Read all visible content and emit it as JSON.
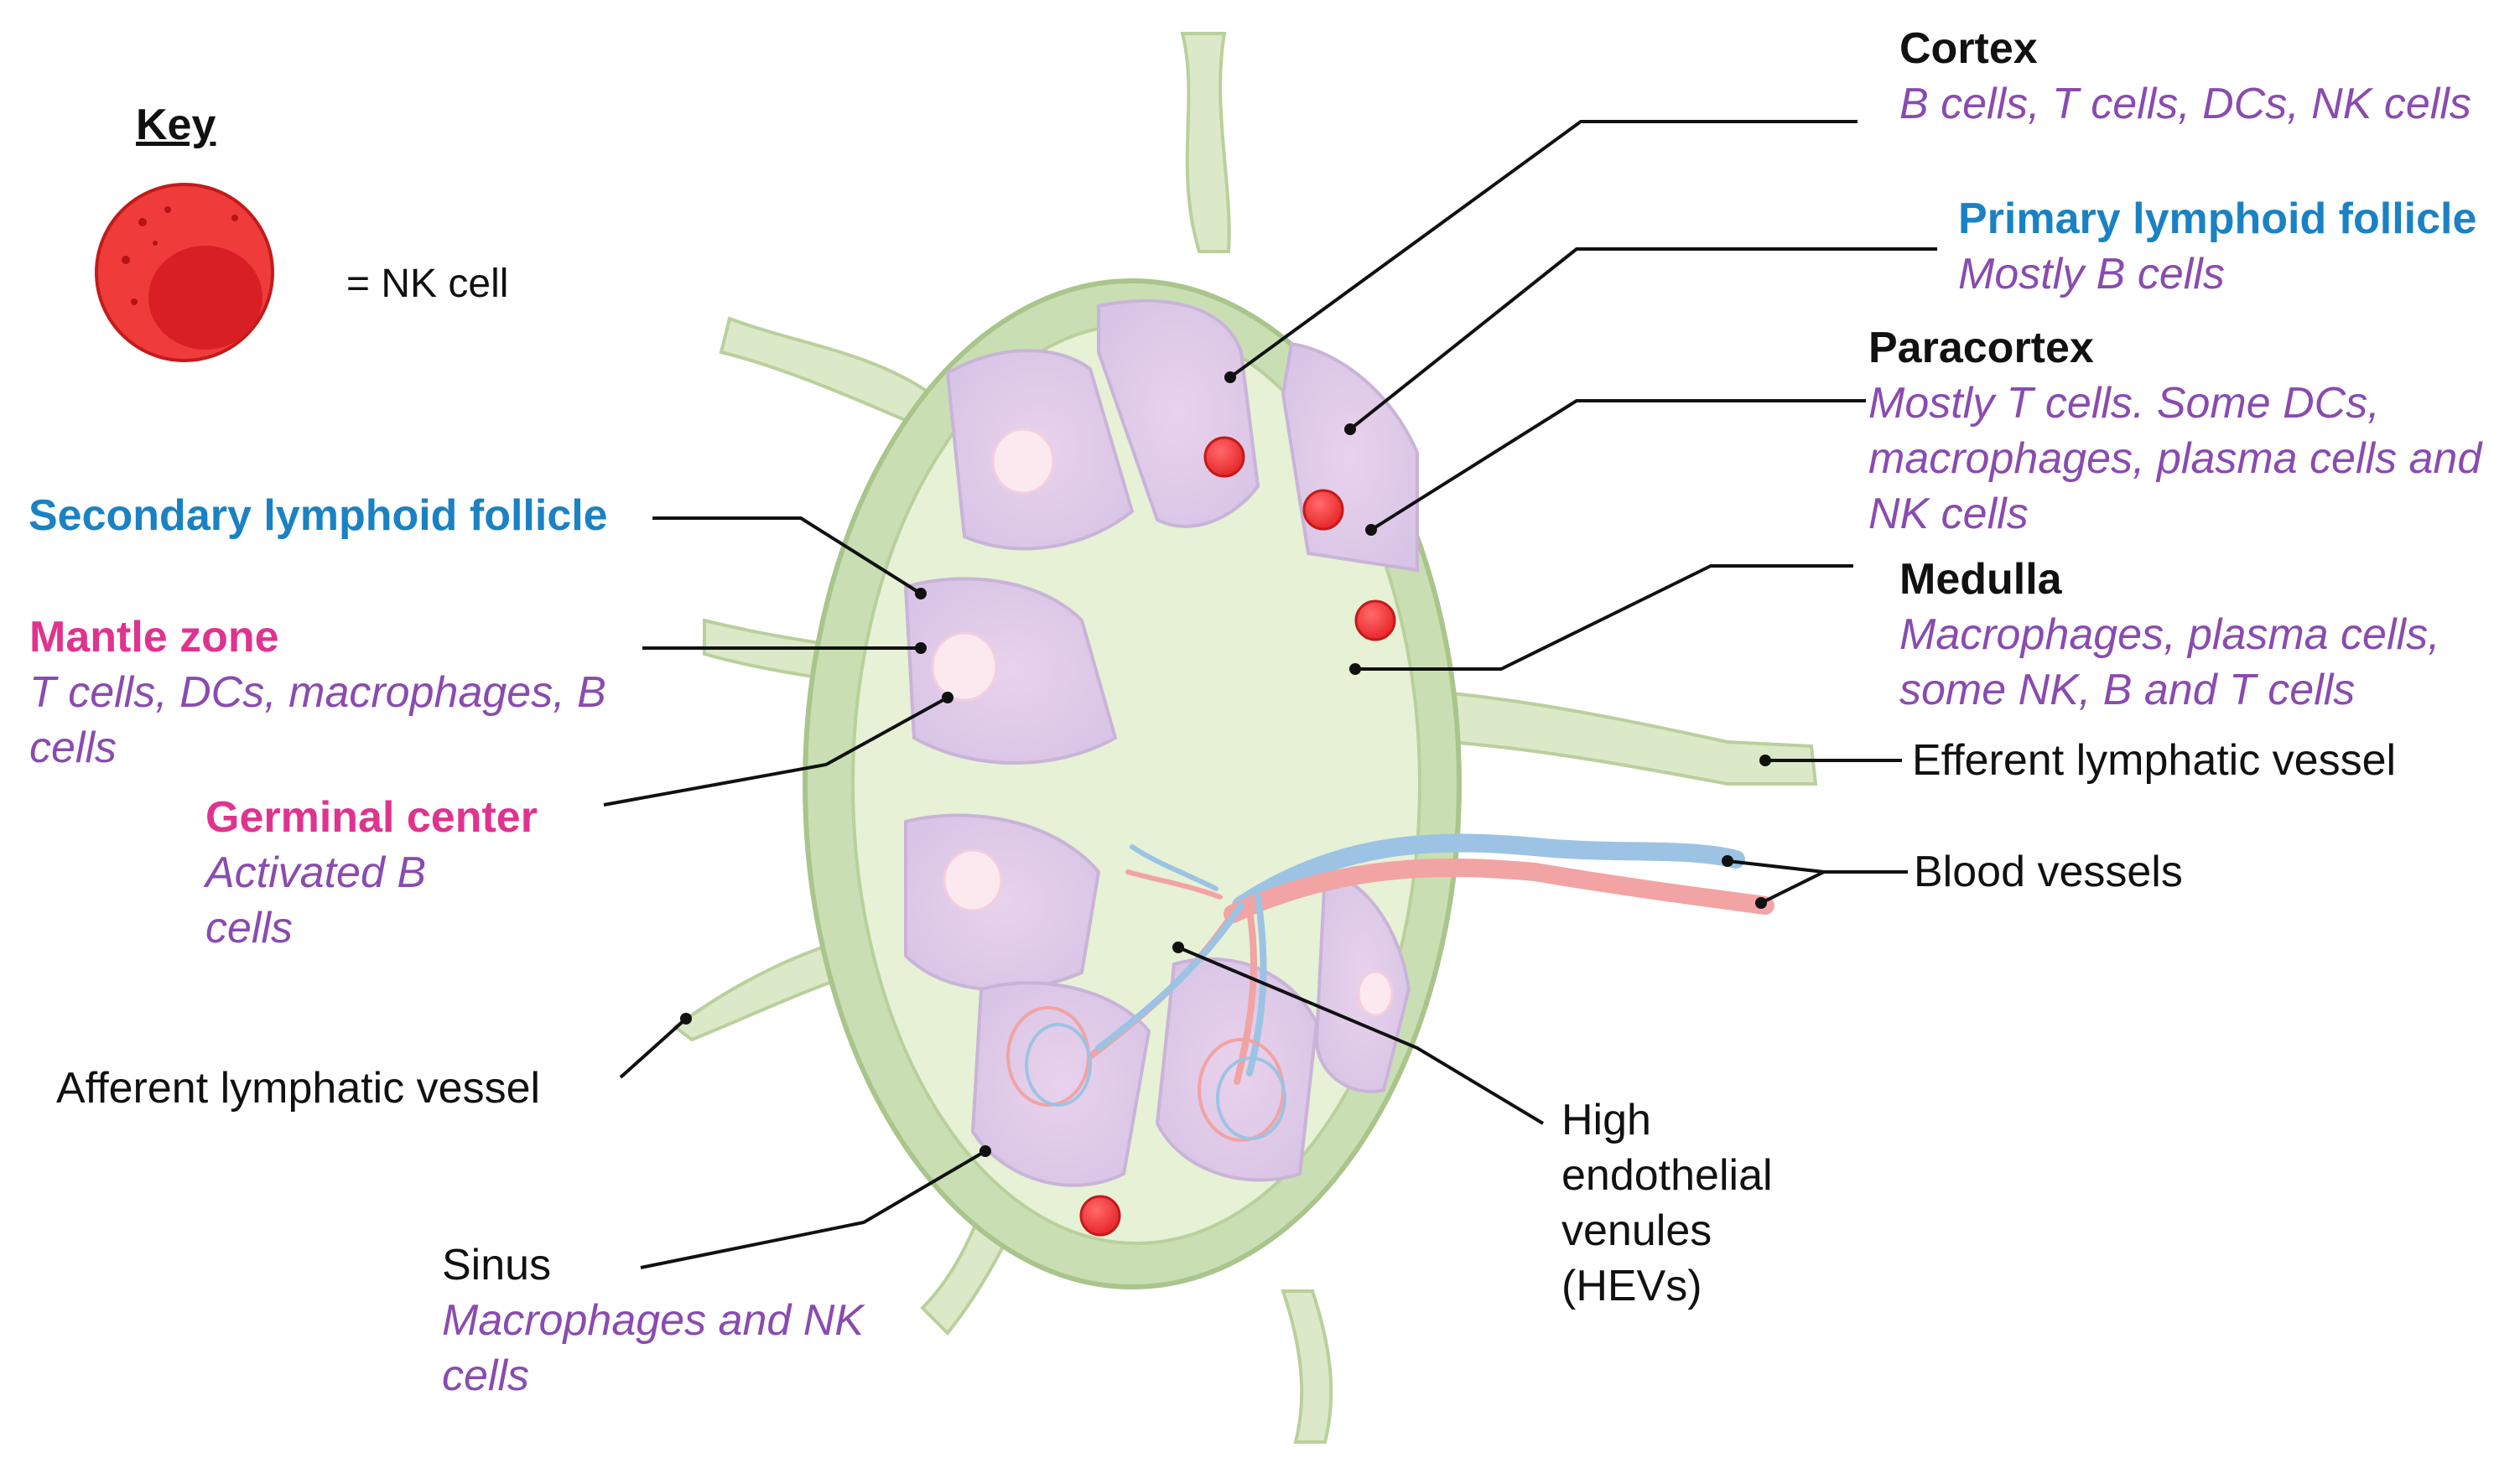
{
  "key": {
    "title": "Key",
    "nk_label": "= NK cell"
  },
  "labels": {
    "cortex": {
      "title": "Cortex",
      "desc": "B cells, T cells, DCs, NK cells"
    },
    "primary_follicle": {
      "title": "Primary lymphoid follicle",
      "desc": "Mostly B cells"
    },
    "paracortex": {
      "title": "Paracortex",
      "desc": "Mostly T cells. Some DCs, macrophages, plasma cells and NK cells"
    },
    "medulla": {
      "title": "Medulla",
      "desc": "Macrophages, plasma cells, some NK, B and T cells"
    },
    "efferent": {
      "title": "Efferent lymphatic vessel"
    },
    "blood_vessels": {
      "title": "Blood vessels"
    },
    "hevs": {
      "title": "High endothelial venules (HEVs)"
    },
    "secondary_follicle": {
      "title": "Secondary lymphoid follicle"
    },
    "mantle_zone": {
      "title": "Mantle zone",
      "desc": "T cells, DCs, macrophages, B cells"
    },
    "germinal_center": {
      "title": "Germinal center",
      "desc": "Activated B cells"
    },
    "afferent": {
      "title": "Afferent lymphatic vessel"
    },
    "sinus": {
      "title": "Sinus",
      "desc": "Macrophages and NK cells"
    }
  },
  "colors": {
    "capsule": "#c9dfb3",
    "medulla_fill": "#e6f1d6",
    "follicle": "#e0c8e6",
    "germinal_center": "#fbe9ef",
    "nk_cell": "#e8262a",
    "artery": "#f2a3a3",
    "vein": "#9cc3e4",
    "title_blue": "#1a82c4",
    "title_pink": "#e0338f",
    "desc_purple": "#8a4bb0"
  }
}
